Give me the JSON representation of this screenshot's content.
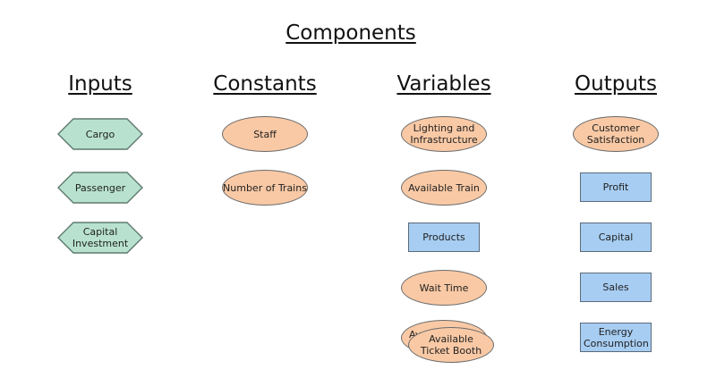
{
  "title": "Components",
  "columns": {
    "inputs": {
      "heading": "Inputs",
      "items": [
        "Cargo",
        "Passenger",
        "Capital Investment"
      ]
    },
    "constants": {
      "heading": "Constants",
      "items": [
        "Staff",
        "Number of Trains"
      ]
    },
    "variables": {
      "heading": "Variables",
      "items": [
        "Lighting and Infrastructure",
        "Available Train",
        "Products",
        "Wait Time",
        "Available Ticket Booth"
      ],
      "hidden_overlapped_label": "Avai"
    },
    "outputs": {
      "heading": "Outputs",
      "items": [
        "Customer Satisfaction",
        "Profit",
        "Capital",
        "Sales",
        "Energy Consumption"
      ]
    }
  },
  "colors": {
    "hexagon_fill": "#b8e2cf",
    "hexagon_stroke": "#5f7a6e",
    "ellipse_fill": "#f9c9a5",
    "rect_fill": "#a7cdf2"
  }
}
